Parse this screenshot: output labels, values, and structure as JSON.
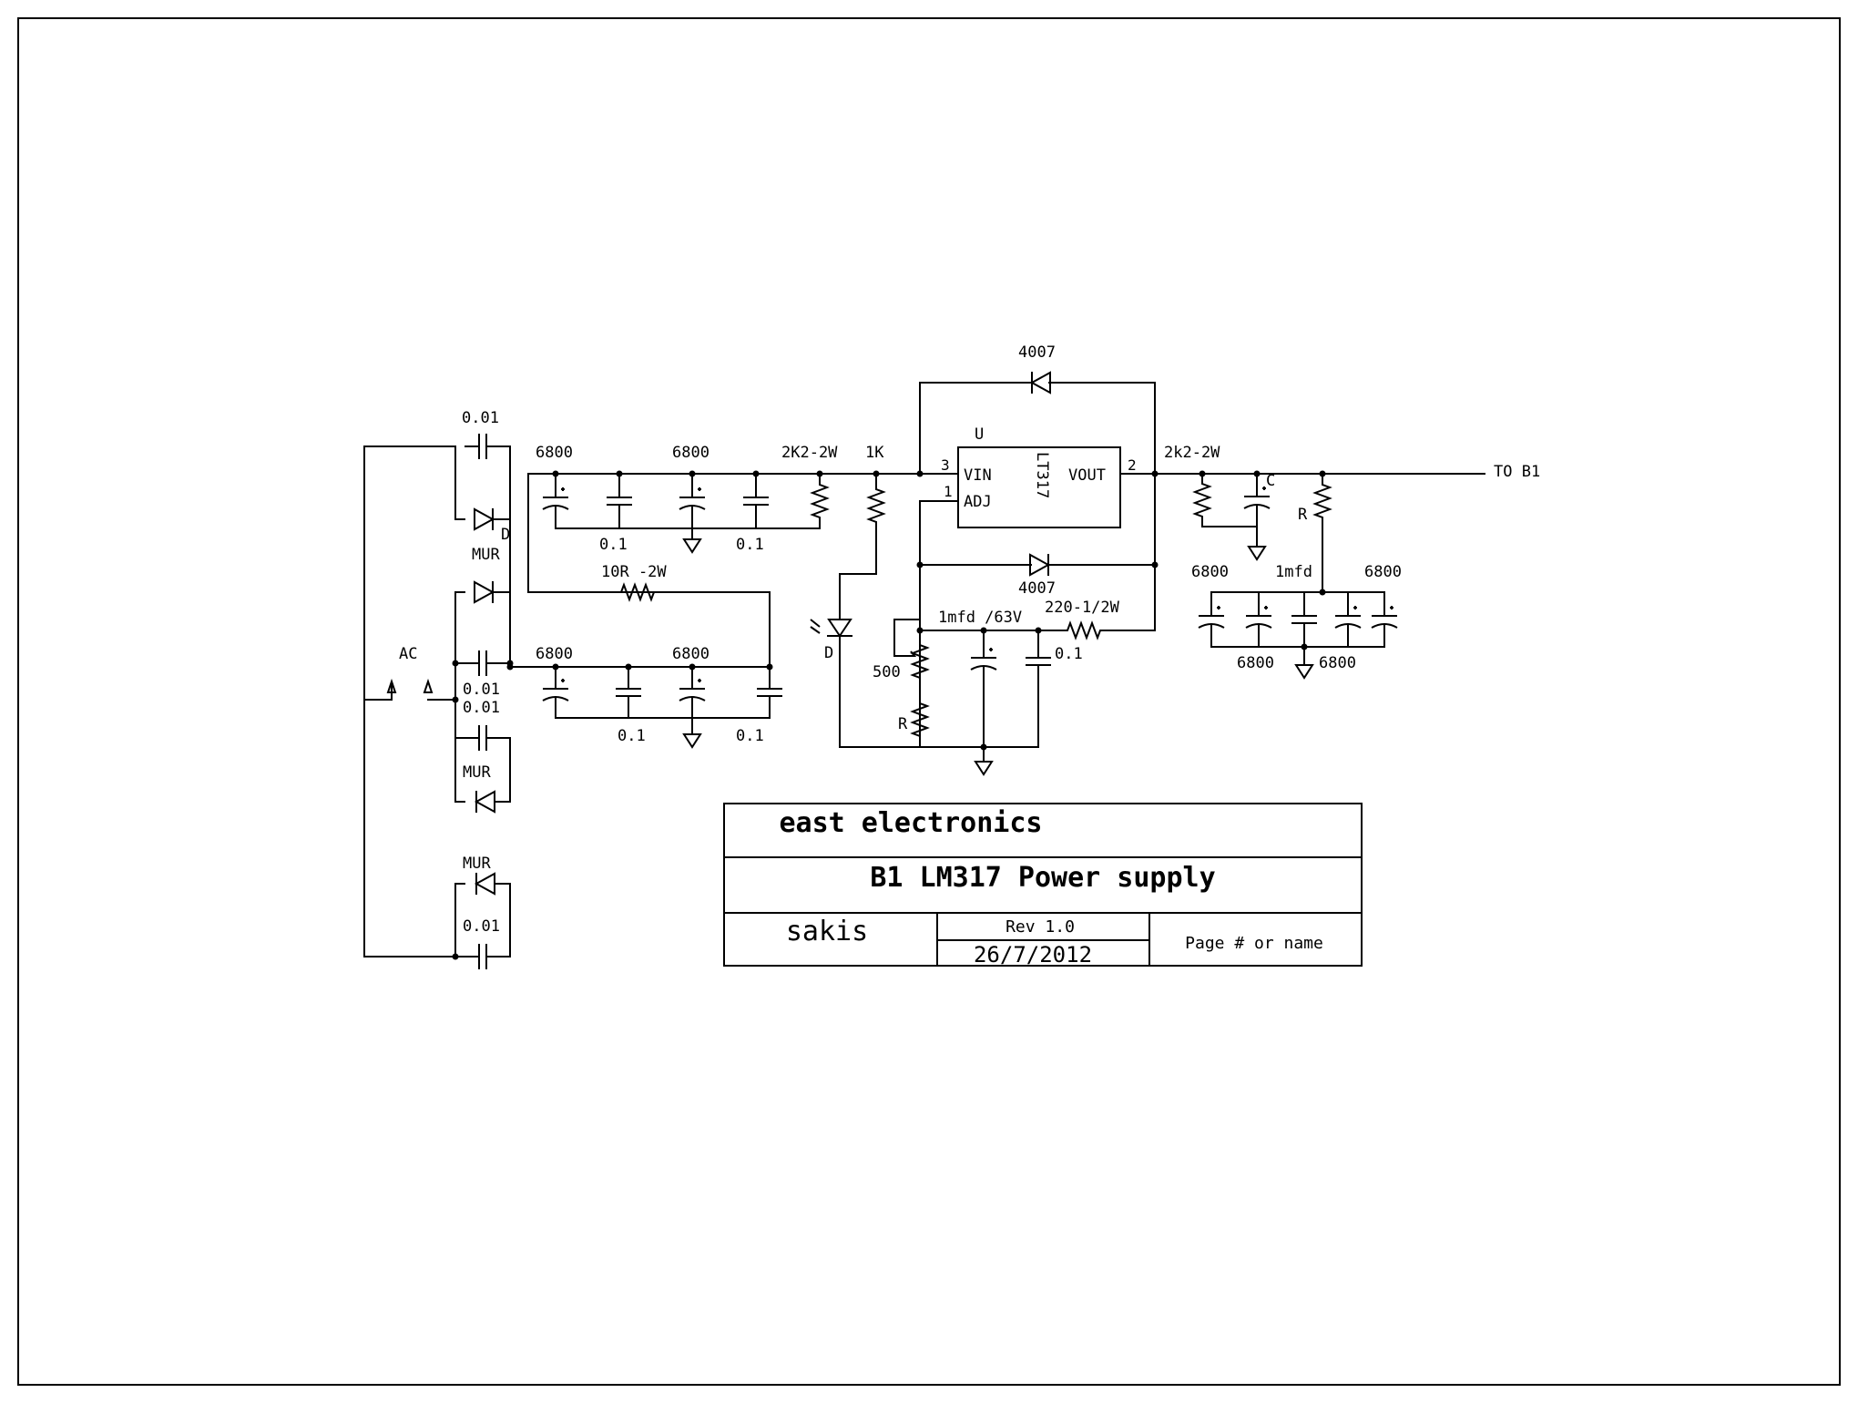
{
  "title_block": {
    "company": "east electronics",
    "title": "B1 LM317 Power supply",
    "author": "sakis",
    "revision": "Rev 1.0",
    "date": "26/7/2012",
    "page": "Page # or name"
  },
  "labels": {
    "input_cap_top": "0.01",
    "diode_d_top": "D",
    "mur_1": "MUR",
    "ac": "AC",
    "input_cap_mid1": "0.01",
    "input_cap_mid2": "0.01",
    "mur_2": "MUR",
    "mur_3": "MUR",
    "input_cap_bot": "0.01",
    "c6800_a": "6800",
    "c6800_b": "6800",
    "r_2k2_top": "2K2-2W",
    "r_1k": "1K",
    "c01_a": "0.1",
    "c01_b": "0.1",
    "r_10r": "10R -2W",
    "c6800_c": "6800",
    "c6800_d": "6800",
    "c01_c": "0.1",
    "c01_d": "0.1",
    "led_d": "D",
    "reg_ref": "U",
    "reg_part": "LT317",
    "reg_vin": "VIN",
    "reg_adj": "ADJ",
    "reg_vout": "VOUT",
    "pin_3": "3",
    "pin_1": "1",
    "pin_2": "2",
    "diode_4007_top": "4007",
    "diode_4007_mid": "4007",
    "cap_1mfd_63v": "1mfd /63V",
    "r_220": "220-1/2W",
    "pot_500": "500",
    "r_adj": "R",
    "c01_adj": "0.1",
    "r_2k2_out": "2k2-2W",
    "cap_c": "C",
    "r_out": "R",
    "to_b1": "TO B1",
    "out_6800_a": "6800",
    "out_1mfd": "1mfd",
    "out_6800_b": "6800",
    "out_6800_c": "6800",
    "out_6800_d": "6800"
  }
}
